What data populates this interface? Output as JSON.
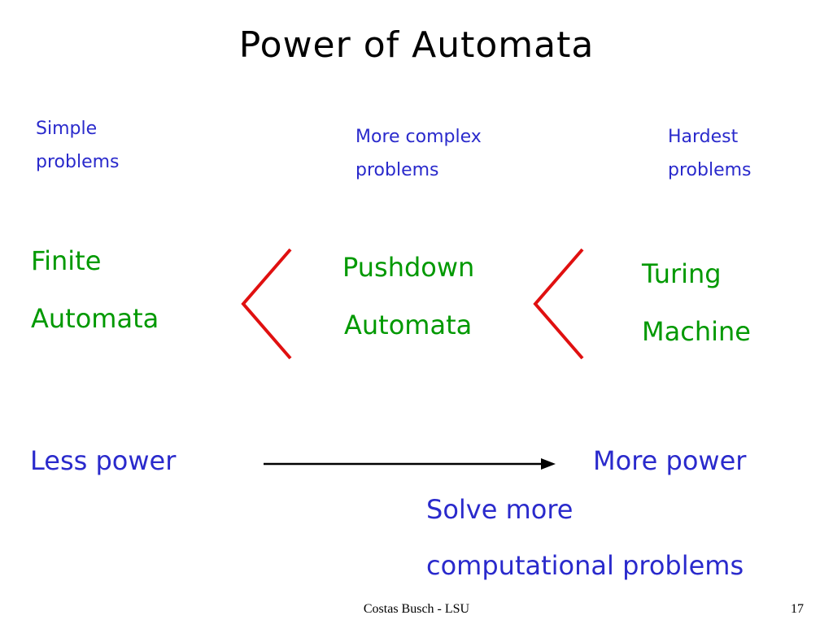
{
  "slide": {
    "title": "Power of Automata",
    "columns": {
      "simple": {
        "line1": "Simple",
        "line2": "problems"
      },
      "complex": {
        "line1": "More complex",
        "line2": "problems"
      },
      "hardest": {
        "line1": "Hardest",
        "line2": "problems"
      }
    },
    "automata": {
      "finite": {
        "line1": "Finite",
        "line2": "Automata"
      },
      "pushdown": {
        "line1": "Pushdown",
        "line2": "Automata"
      },
      "turing": {
        "line1": "Turing",
        "line2": "Machine"
      }
    },
    "comparison_symbol": "<",
    "power": {
      "less": "Less power",
      "more": "More power"
    },
    "solve": {
      "line1": "Solve more",
      "line2": "computational problems"
    },
    "colors": {
      "blue_text": "#2a2acc",
      "green_text": "#009900",
      "red_symbol": "#e01010",
      "arrow": "#000000"
    }
  },
  "footer": {
    "author": "Costas Busch - LSU",
    "page_number": "17"
  }
}
